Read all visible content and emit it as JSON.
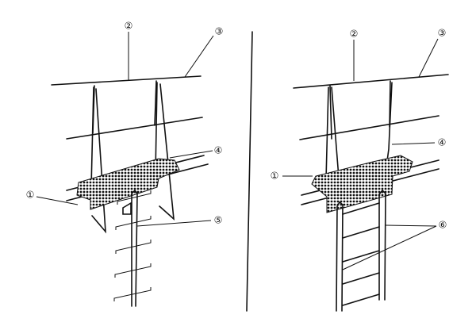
{
  "left_figure": {
    "labels": {
      "mat": "①",
      "upper_bar": "②",
      "top_line": "③",
      "middle_line": "④",
      "hook_ladder": "⑤"
    }
  },
  "right_figure": {
    "labels": {
      "mat": "①",
      "upper_bar": "②",
      "top_line": "③",
      "middle_line": "④",
      "ladder": "⑥"
    }
  },
  "colors": {
    "ink": "#111111",
    "background": "#ffffff"
  }
}
